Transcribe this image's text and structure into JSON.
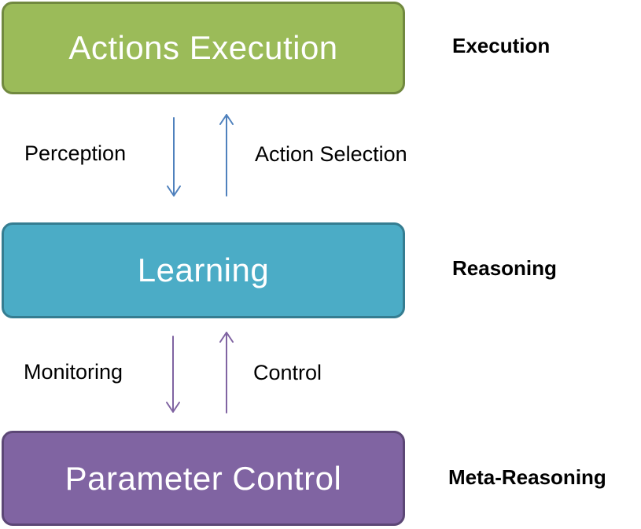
{
  "boxes": {
    "execution": "Actions Execution",
    "learning": "Learning",
    "parameter": "Parameter Control"
  },
  "layers": {
    "execution": "Execution",
    "reasoning": "Reasoning",
    "meta_reasoning": "Meta-Reasoning"
  },
  "flows": {
    "perception": "Perception",
    "action_selection": "Action Selection",
    "monitoring": "Monitoring",
    "control": "Control"
  },
  "colors": {
    "execution_fill": "#9bbb59",
    "learning_fill": "#4bacc6",
    "parameter_fill": "#8064a2",
    "upper_arrows": "#4f81bd",
    "lower_arrows": "#8064a2"
  }
}
